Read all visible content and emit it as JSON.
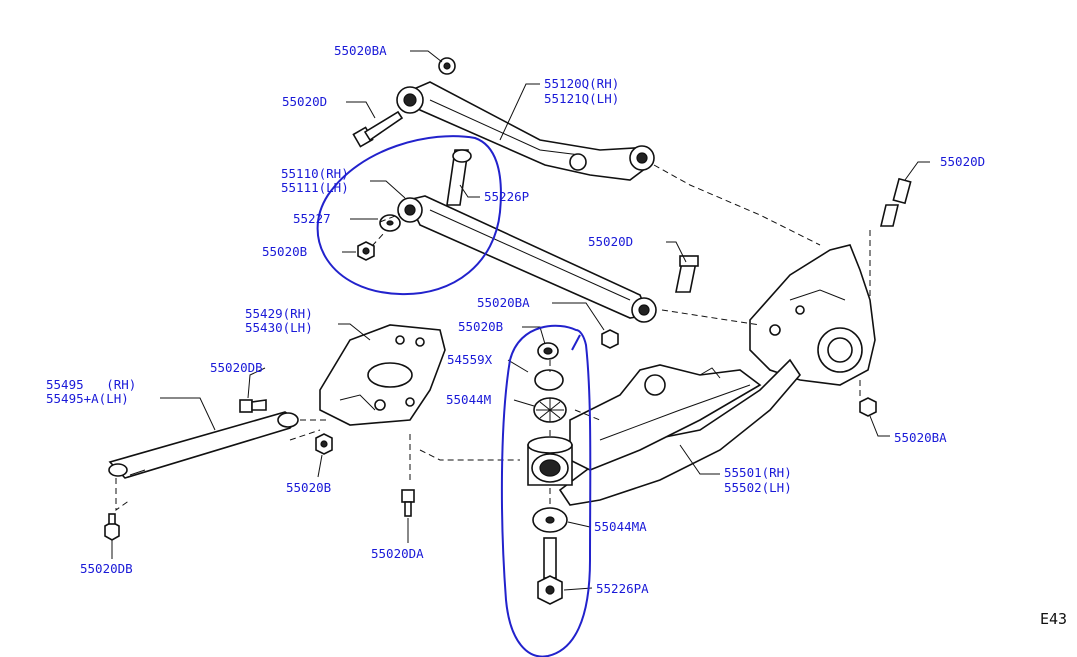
{
  "labels": {
    "l1": "55020BA",
    "l2": "55020D",
    "l3": "55120Q(RH)",
    "l4": "55121Q(LH)",
    "l5": "55110(RH)",
    "l6": "55111(LH)",
    "l7": "55226P",
    "l8": "55227",
    "l9": "55020B",
    "l10": "55020D",
    "l11": "55020D",
    "l12": "55020BA",
    "l13": "55020B",
    "l14": "54559X",
    "l15": "55044M",
    "l16": "55429(RH)",
    "l17": "55430(LH)",
    "l18": "55020DB",
    "l19": "55495   (RH)",
    "l20": "55495+A(LH)",
    "l21": "55020B",
    "l22": "55020DA",
    "l23": "55020DB",
    "l24": "55020BA",
    "l25": "55501(RH)",
    "l26": "55502(LH)",
    "l27": "55044MA",
    "l28": "55226PA"
  },
  "figure_ref": "E43",
  "colors": {
    "label": "#1a1ad8",
    "line": "#111111",
    "annotation": "#2222cc"
  }
}
